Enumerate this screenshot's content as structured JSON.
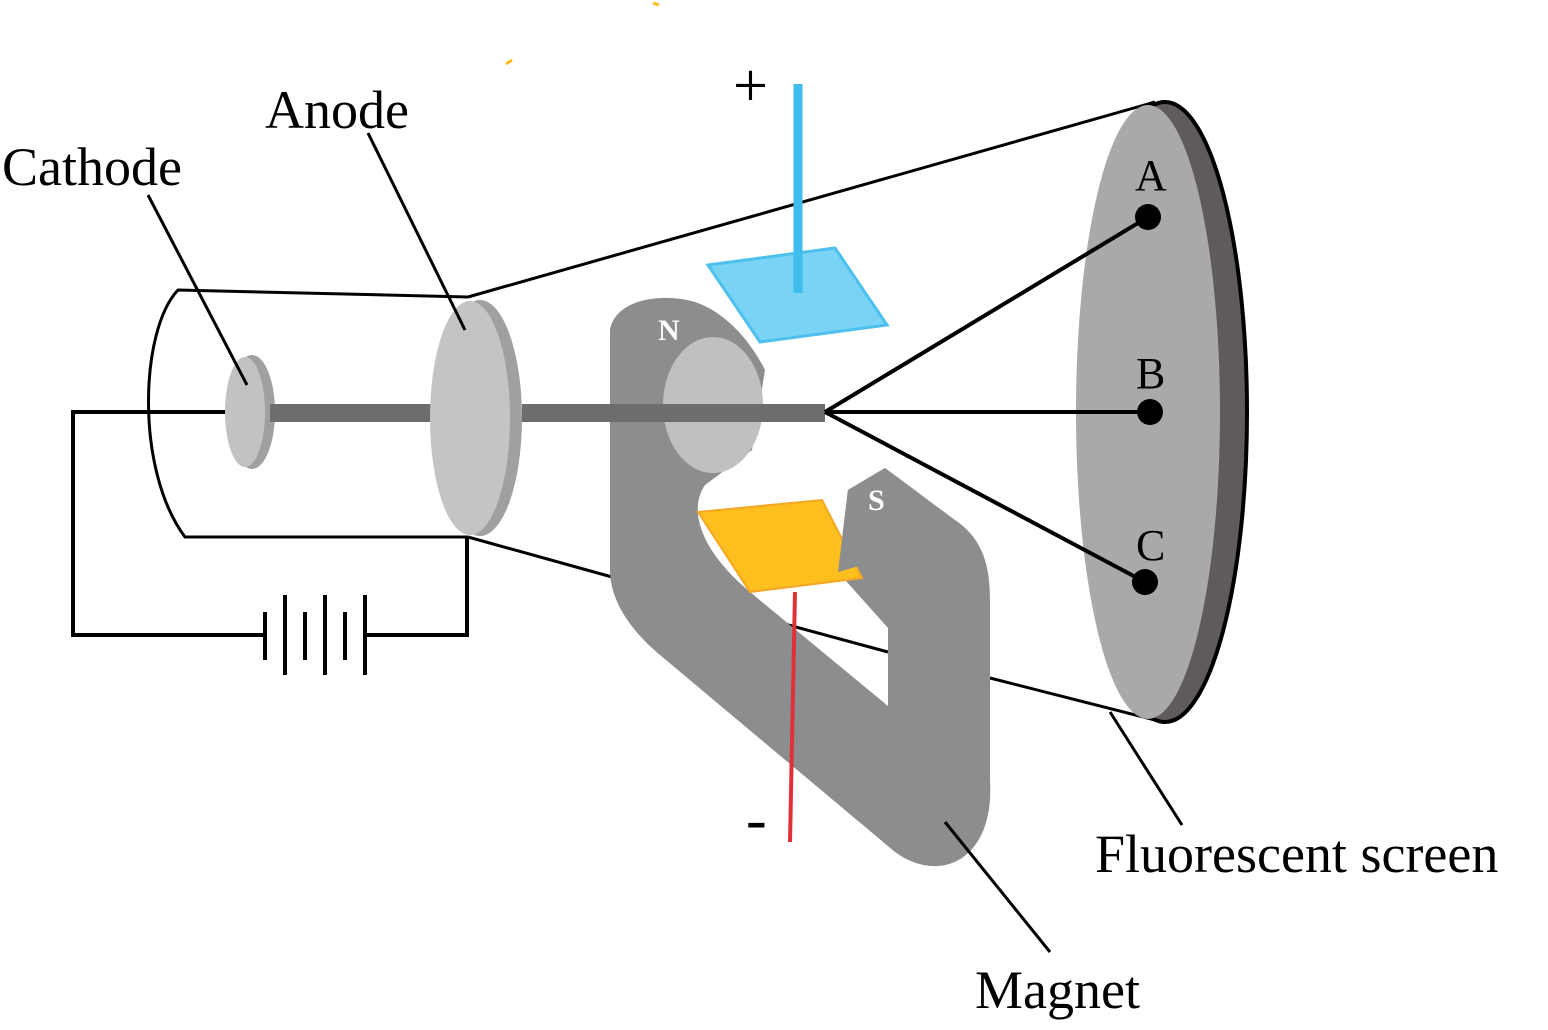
{
  "labels": {
    "cathode": "Cathode",
    "anode": "Anode",
    "fluorescent_screen": "Fluorescent screen",
    "magnet": "Magnet",
    "plus": "+",
    "minus": "-",
    "north": "N",
    "south": "S",
    "point_a": "A",
    "point_b": "B",
    "point_c": "C"
  },
  "colors": {
    "positive_plate": "#79d3f5",
    "positive_rod": "#3ebdee",
    "negative_plate": "#fcbf1e",
    "negative_rod": "#e0303a",
    "magnet": "#8c8d8e",
    "screen": "#a9a9a9",
    "screen_edge": "#5f5b5a",
    "beam": "#6f6d6b",
    "electrode": "#c2c2c4"
  }
}
